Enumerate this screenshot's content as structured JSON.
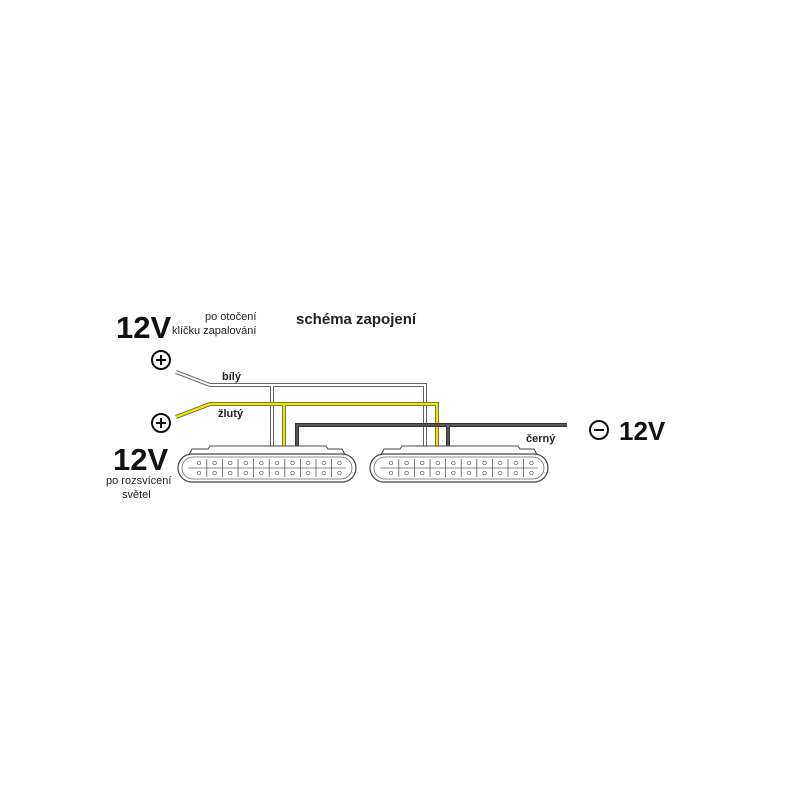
{
  "title": "schéma zapojení",
  "top_supply": {
    "voltage": "12V",
    "note_line1": "po otočení",
    "note_line2": "klíčku zapalování",
    "symbol": "plus-icon"
  },
  "bottom_supply": {
    "voltage": "12V",
    "note_line1": "po rozsvícení",
    "note_line2": "světel",
    "symbol": "plus-icon"
  },
  "ground": {
    "voltage": "12V",
    "symbol": "minus-icon"
  },
  "wires": {
    "white": "bílý",
    "yellow": "žlutý",
    "black": "černý"
  },
  "colors": {
    "white_wire": "#ffffff",
    "wire_outline": "#666666",
    "yellow_wire": "#f2e600",
    "black_wire": "#333333"
  }
}
